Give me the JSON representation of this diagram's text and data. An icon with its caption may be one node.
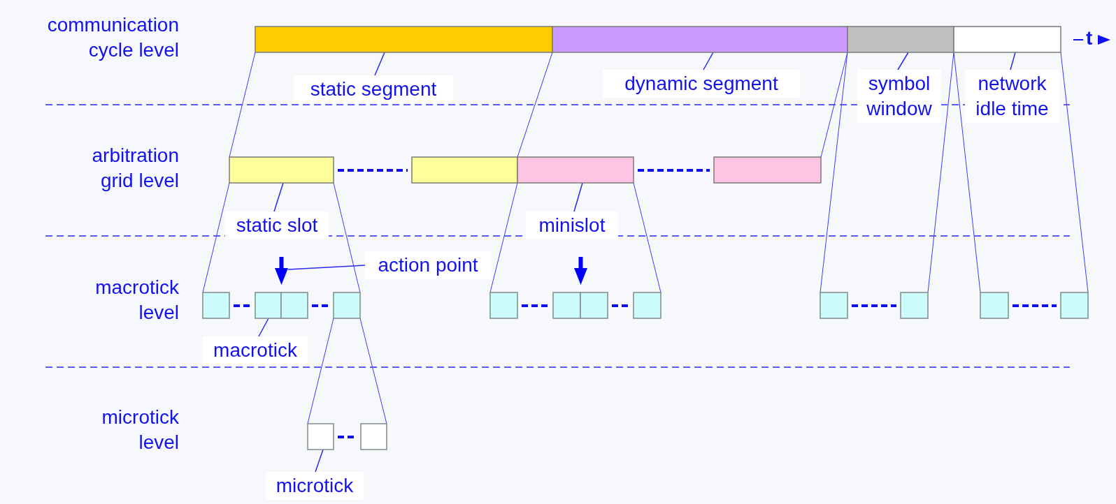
{
  "diagram": {
    "nodes": [
      {
        "text": [],
        "shape": "bar"
      },
      {
        "text": [],
        "shape": "bar"
      },
      {
        "text": [],
        "shape": "bar"
      },
      {
        "text": [],
        "shape": "bar"
      },
      {
        "text": [
          "static segment"
        ]
      },
      {
        "text": [
          "dynamic segment"
        ]
      },
      {
        "text": [
          "symbol window"
        ]
      },
      {
        "text": [
          "network idle time"
        ]
      },
      {
        "text": [],
        "shape": "bar"
      },
      {
        "text": [],
        "shape": "bar"
      },
      {
        "text": [],
        "shape": "bar"
      },
      {
        "text": [],
        "shape": "bar"
      },
      {
        "text": [
          "static slot"
        ]
      },
      {
        "text": [
          "minislot"
        ]
      },
      {
        "text": [
          "action point"
        ]
      },
      {
        "text": [],
        "shape": "arrow"
      },
      {
        "text": [],
        "shape": "arrow"
      },
      {
        "text": [],
        "shape": "box"
      },
      {
        "text": [],
        "shape": "box"
      },
      {
        "text": [],
        "shape": "box"
      },
      {
        "text": [],
        "shape": "box"
      },
      {
        "text": [],
        "shape": "box"
      },
      {
        "text": [],
        "shape": "box"
      },
      {
        "text": [],
        "shape": "box"
      },
      {
        "text": [],
        "shape": "box"
      },
      {
        "text": [],
        "shape": "box"
      },
      {
        "text": [],
        "shape": "box"
      },
      {
        "text": [],
        "shape": "box"
      },
      {
        "text": [],
        "shape": "box"
      },
      {
        "text": [
          "macrotick"
        ]
      },
      {
        "text": [],
        "shape": "box"
      },
      {
        "text": [],
        "shape": "box"
      },
      {
        "text": [
          "microtick"
        ]
      }
    ],
    "edges": [
      {
        "from": 4,
        "to": 0,
        "arrow": "none"
      },
      {
        "from": 5,
        "to": 1,
        "arrow": "none"
      },
      {
        "from": 6,
        "to": 2,
        "arrow": "none"
      },
      {
        "from": 7,
        "to": 3,
        "arrow": "none"
      },
      {
        "from": 12,
        "to": 8,
        "arrow": "none"
      },
      {
        "from": 13,
        "to": 10,
        "arrow": "none"
      },
      {
        "from": 14,
        "to": 15,
        "arrow": "none"
      },
      {
        "from": 29,
        "to": 18,
        "arrow": "none"
      },
      {
        "from": 32,
        "to": 30,
        "arrow": "none"
      },
      {
        "from": 0,
        "to": 8,
        "arrow": "none"
      },
      {
        "from": 0,
        "to": 9,
        "arrow": "none"
      },
      {
        "from": 1,
        "to": 10,
        "arrow": "none"
      },
      {
        "from": 1,
        "to": 11,
        "arrow": "none"
      },
      {
        "from": 2,
        "to": 25,
        "arrow": "none"
      },
      {
        "from": 2,
        "to": 26,
        "arrow": "none"
      },
      {
        "from": 3,
        "to": 27,
        "arrow": "none"
      },
      {
        "from": 3,
        "to": 28,
        "arrow": "none"
      },
      {
        "from": 8,
        "to": 17,
        "arrow": "none"
      },
      {
        "from": 8,
        "to": 20,
        "arrow": "none"
      },
      {
        "from": 10,
        "to": 21,
        "arrow": "none"
      },
      {
        "from": 10,
        "to": 24,
        "arrow": "none"
      },
      {
        "from": 20,
        "to": 30,
        "arrow": "none"
      },
      {
        "from": 20,
        "to": 31,
        "arrow": "none"
      },
      {
        "from": 8,
        "to": 9,
        "arrow": "none",
        "style": "dashed"
      },
      {
        "from": 10,
        "to": 11,
        "arrow": "none",
        "style": "dashed"
      },
      {
        "from": 17,
        "to": 18,
        "arrow": "none",
        "style": "dashed"
      },
      {
        "from": 19,
        "to": 20,
        "arrow": "none",
        "style": "dashed"
      },
      {
        "from": 21,
        "to": 22,
        "arrow": "none",
        "style": "dashed"
      },
      {
        "from": 23,
        "to": 24,
        "arrow": "none",
        "style": "dashed"
      },
      {
        "from": 25,
        "to": 26,
        "arrow": "none",
        "style": "dashed"
      },
      {
        "from": 27,
        "to": 28,
        "arrow": "none",
        "style": "dashed"
      },
      {
        "from": 30,
        "to": 31,
        "arrow": "none",
        "style": "dashed"
      }
    ],
    "labels": [
      "communication cycle level",
      "t",
      "arbitration grid level",
      "macrotick level",
      "microtick level"
    ]
  }
}
